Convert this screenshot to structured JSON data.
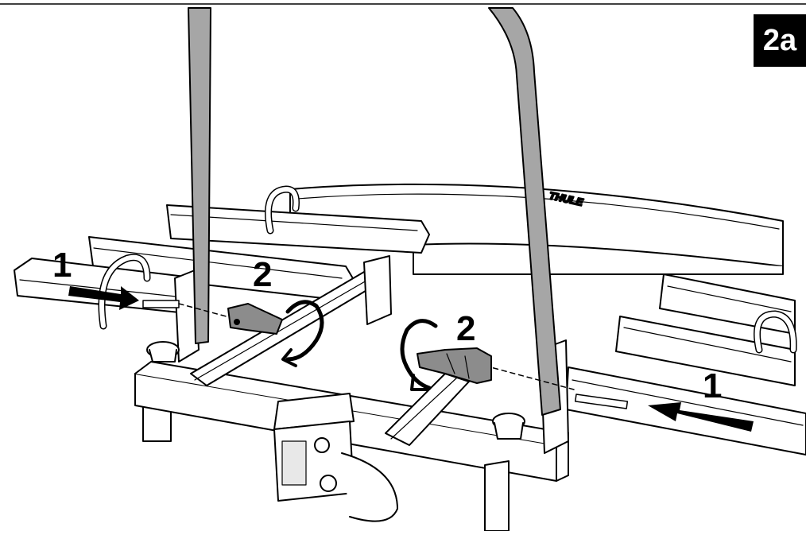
{
  "figure": {
    "step_badge": "2a",
    "brand_mark": "THULE"
  },
  "callouts": {
    "left_push": "1",
    "right_push": "1",
    "left_rotate": "2",
    "right_rotate": "2"
  },
  "colors": {
    "line": "#000000",
    "arm_fill": "#a6a6a6",
    "part_fill": "#ffffff",
    "knob_fill": "#8c8c8c",
    "badge_bg": "#000000"
  },
  "icons": [
    "arrow-right-icon",
    "arrow-left-icon",
    "rotate-clockwise-icon",
    "rotate-counterclockwise-icon"
  ]
}
